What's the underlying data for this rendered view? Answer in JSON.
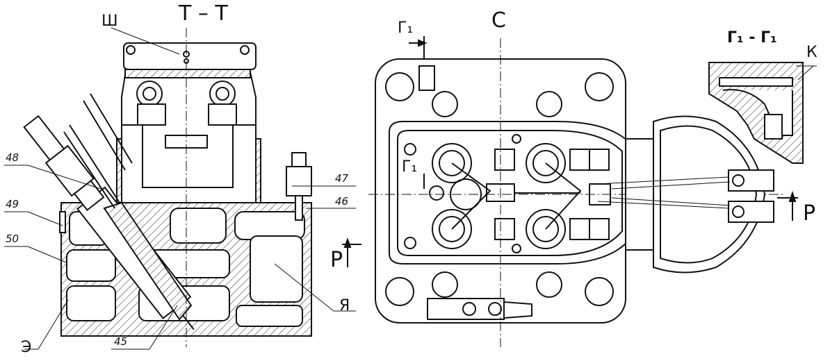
{
  "section_tt": "Т – Т",
  "view_c": "С",
  "section_g1": "Г₁ - Г₁",
  "marker_g1_top": "Г₁",
  "marker_g1_mid": "Г₁",
  "letter_sh": "Ш",
  "letter_k": "К",
  "letter_ya": "Я",
  "letter_e": "Э",
  "letter_p_left": "Р",
  "letter_p_right": "Р",
  "callouts": {
    "n48": "48",
    "n49": "49",
    "n50": "50",
    "n47": "47",
    "n46": "46",
    "n45": "45"
  }
}
